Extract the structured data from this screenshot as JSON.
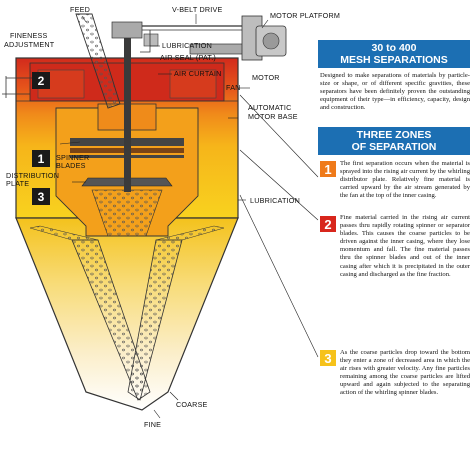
{
  "labels": {
    "feed": "FEED",
    "vbelt_drive": "V-BELT DRIVE",
    "motor_platform": "MOTOR PLATFORM",
    "fineness_adjustment_1": "FINENESS",
    "fineness_adjustment_2": "ADJUSTMENT",
    "lubrication_top": "LUBRICATION",
    "air_seal": "AIR SEAL (PAT.)",
    "air_curtain": "AIR CURTAIN",
    "fan": "FAN",
    "motor": "MOTOR",
    "automatic_motor_base_1": "AUTOMATIC",
    "automatic_motor_base_2": "MOTOR BASE",
    "spinner_blades_1": "SPINNER",
    "spinner_blades_2": "BLADES",
    "distribution_plate_1": "DISTRIBUTION",
    "distribution_plate_2": "PLATE",
    "lubrication_mid": "LUBRICATION",
    "coarse": "COARSE",
    "fine": "FINE"
  },
  "zones": {
    "zone1": "1",
    "zone2": "2",
    "zone3": "3"
  },
  "panel": {
    "heading1_line1": "30 to 400",
    "heading1_line2": "MESH SEPARATIONS",
    "intro": "Designed to make separations of materials by particle-size or shape, or of different specific gravities, these separators have been definitely proven the outstanding equipment of their type—in efficiency, capacity, design and construction.",
    "heading2_line1": "THREE ZONES",
    "heading2_line2": "OF SEPARATION",
    "zone1_text": "The first separation occurs when the material is sprayed into the rising air current by the whirling distributor plate. Relatively fine material is carried upward by the air stream generated by the fan at the top of the inner casing.",
    "zone2_text": "Fine material carried in the rising air current passes thru rapidly rotating spinner or separator blades. This causes the coarse particles to be driven against the inner casing, where they lose momentum and fall. The fine material passes thru the spinner blades and out of the inner casing after which it is precipitated in the outer casing and discharged as the fine fraction.",
    "zone3_text": "As the coarse particles drop toward the bottom they enter a zone of decreased area in which the air rises with greater velocity. Any fine particles remaining among the coarse particles are lifted upward and again subjected to the separating action of the whirling spinner blades."
  },
  "colors": {
    "zone2_red": "#d8261c",
    "zone1_orange": "#ef7a1a",
    "zone3_yellow": "#f6c21a",
    "panel_blue": "#1c6fb3"
  }
}
